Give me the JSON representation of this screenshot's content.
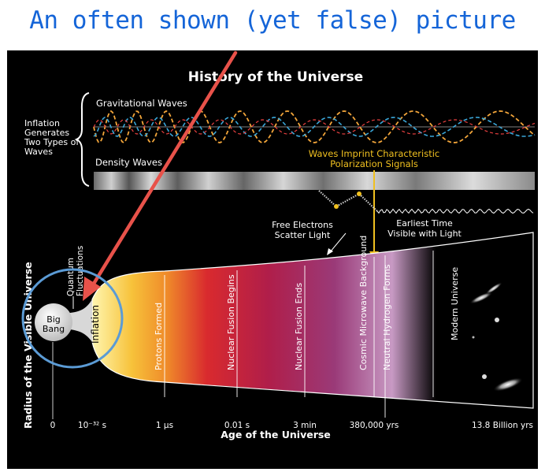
{
  "slide": {
    "title": "An often shown (yet false) picture"
  },
  "diagram": {
    "title": "History of the Universe",
    "inflation_note": [
      "Inflation",
      "Generates",
      "Two Types of",
      "Waves"
    ],
    "gravitational_waves": "Gravitational Waves",
    "density_waves": "Density Waves",
    "polarization_note": [
      "Waves Imprint Characteristic",
      "Polarization Signals"
    ],
    "free_electrons": [
      "Free Electrons",
      "Scatter Light"
    ],
    "earliest_time": [
      "Earliest Time",
      "Visible with Light"
    ],
    "quantum_fluctuations": [
      "Quantum",
      "Fluctuations"
    ],
    "big_bang": [
      "Big",
      "Bang"
    ],
    "y_axis": "Radius of the Visible Universe",
    "x_axis": "Age of the Universe",
    "eras": [
      {
        "name": "Inflation",
        "tick": "10⁻³² s"
      },
      {
        "name": "Protons Formed",
        "tick": "1 µs"
      },
      {
        "name": "Nuclear Fusion Begins",
        "tick": "0.01 s"
      },
      {
        "name": "Nuclear Fusion Ends",
        "tick": "3 min"
      },
      {
        "name": "Cosmic Microwave Background",
        "tick": "380,000 yrs"
      },
      {
        "name": "Neutral Hydrogen Forms",
        "tick": ""
      },
      {
        "name": "Modern Universe",
        "tick": "13.8 Billion yrs"
      }
    ],
    "origin_tick": "0",
    "colors": {
      "title_blue": "#1565d8",
      "arrow_red": "#e8524a",
      "circle_blue": "#5b9bd5",
      "note_yellow": "#f0c020"
    }
  }
}
